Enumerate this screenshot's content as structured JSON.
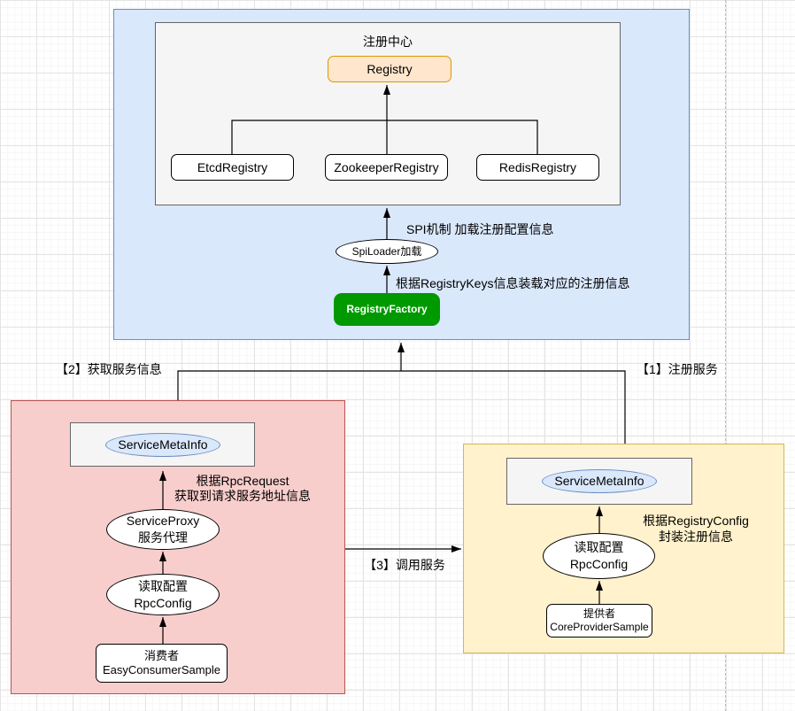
{
  "registry_center": {
    "title": "注册中心",
    "registry_label": "Registry",
    "implementations": [
      {
        "label": "EtcdRegistry"
      },
      {
        "label": "ZookeeperRegistry"
      },
      {
        "label": "RedisRegistry"
      }
    ],
    "spi_loader_label": "SpiLoader加载",
    "spi_note": "SPI机制 加载注册配置信息",
    "registry_factory_label": "RegistryFactory",
    "factory_note": "根据RegistryKeys信息装载对应的注册信息"
  },
  "edges": {
    "get_service_info": "【2】获取服务信息",
    "register_service": "【1】注册服务",
    "call_service": "【3】调用服务"
  },
  "consumer": {
    "meta_label": "ServiceMetaInfo",
    "note_line1": "根据RpcRequest",
    "note_line2": "获取到请求服务地址信息",
    "proxy_line1": "ServiceProxy",
    "proxy_line2": "服务代理",
    "config_line1": "读取配置",
    "config_line2": "RpcConfig",
    "app_line1": "消费者",
    "app_line2": "EasyConsumerSample"
  },
  "provider": {
    "meta_label": "ServiceMetaInfo",
    "note_line1": "根据RegistryConfig",
    "note_line2": "封装注册信息",
    "config_line1": "读取配置",
    "config_line2": "RpcConfig",
    "app_line1": "提供者",
    "app_line2": "CoreProviderSample"
  },
  "colors": {
    "container_blue_fill": "#dae8fc",
    "container_blue_stroke": "#6c8ebf",
    "panel_gray_fill": "#f5f5f5",
    "panel_gray_stroke": "#666666",
    "registry_orange_fill": "#ffe6cc",
    "registry_orange_stroke": "#d79b00",
    "factory_green_fill": "#009900",
    "consumer_pink_fill": "#f8cecc",
    "consumer_pink_stroke": "#b85450",
    "provider_yellow_fill": "#fff2cc",
    "provider_yellow_stroke": "#d6b656",
    "meta_blue_fill": "#dae8fc",
    "meta_blue_stroke": "#6c8ebf",
    "edge_stroke": "#000000"
  }
}
